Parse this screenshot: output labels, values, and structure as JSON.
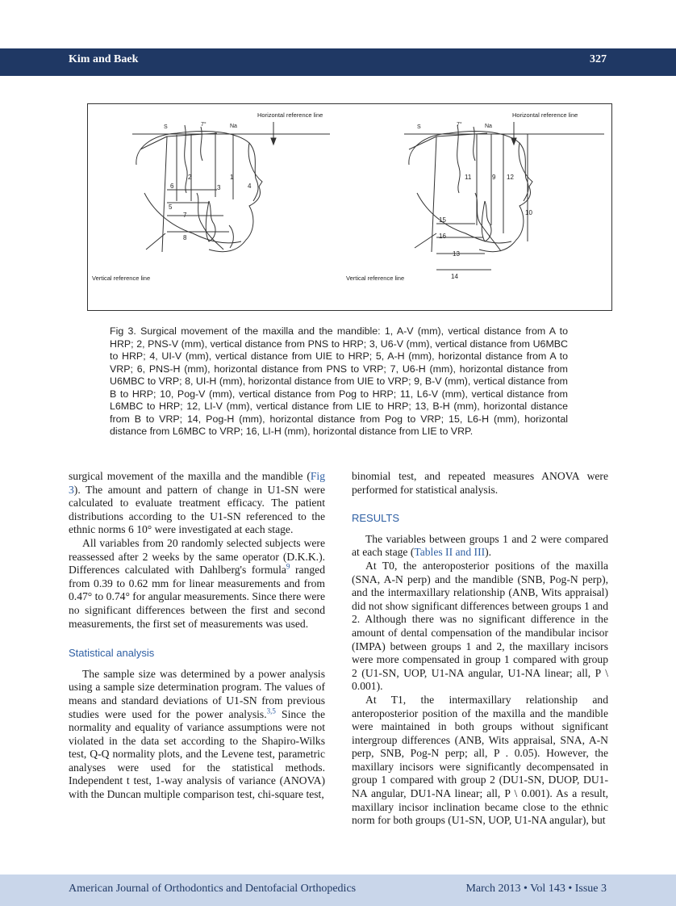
{
  "header": {
    "authors": "Kim and Baek",
    "page_number": "327"
  },
  "figure": {
    "left_labels": {
      "horizontal_reference": "Horizontal reference line",
      "vertical_reference": "Vertical reference line",
      "s": "S",
      "na": "Na",
      "angle": "7°",
      "n1": "1",
      "n2": "2",
      "n3": "3",
      "n4": "4",
      "n5": "5",
      "n6": "6",
      "n7": "7",
      "n8": "8"
    },
    "right_labels": {
      "horizontal_reference": "Horizontal reference line",
      "vertical_reference": "Vertical reference line",
      "s": "S",
      "na": "Na",
      "angle": "7°",
      "n9": "9",
      "n10": "10",
      "n11": "11",
      "n12": "12",
      "n13": "13",
      "n14": "14",
      "n15": "15",
      "n16": "16"
    },
    "caption": "Fig 3. Surgical movement of the maxilla and the mandible: 1, A-V (mm), vertical distance from A to HRP; 2, PNS-V (mm), vertical distance from PNS to HRP; 3, U6-V (mm), vertical distance from U6MBC to HRP; 4, UI-V (mm), vertical distance from UIE to HRP; 5, A-H (mm), horizontal distance from A to VRP; 6, PNS-H (mm), horizontal distance from PNS to VRP; 7, U6-H (mm), horizontal distance from U6MBC to VRP; 8, UI-H (mm), horizontal distance from UIE to VRP; 9, B-V (mm), vertical distance from B to HRP; 10, Pog-V (mm), vertical distance from Pog to HRP; 11, L6-V (mm), vertical distance from L6MBC to HRP; 12, LI-V (mm), vertical distance from LIE to HRP; 13, B-H (mm), horizontal distance from B to VRP; 14, Pog-H (mm), horizontal distance from Pog to VRP; 15, L6-H (mm), horizontal distance from L6MBC to VRP; 16, LI-H (mm), horizontal distance from LIE to VRP."
  },
  "left_column": {
    "p1_a": "surgical movement of the maxilla and the mandible (",
    "p1_link": "Fig 3",
    "p1_b": "). The amount and pattern of change in U1-SN were calculated to evaluate treatment efficacy. The patient distributions according to the U1-SN referenced to the ethnic norms 6 10° were investigated at each stage.",
    "p2_a": "All variables from 20 randomly selected subjects were reassessed after 2 weeks by the same operator (D.K.K.). Differences calculated with Dahlberg's formula",
    "p2_sup": "9",
    "p2_b": " ranged from 0.39 to 0.62 mm for linear measurements and from 0.47° to 0.74° for angular measurements. Since there were no significant differences between the first and second measurements, the first set of measurements was used.",
    "heading": "Statistical analysis",
    "p3_a": "The sample size was determined by a power analysis using a sample size determination program. The values of means and standard deviations of U1-SN from previous studies were used for the power analysis.",
    "p3_sup": "3,5",
    "p3_b": " Since the normality and equality of variance assumptions were not violated in the data set according to the Shapiro-Wilks test, Q-Q normality plots, and the Levene test, parametric analyses were used for the statistical methods. Independent t test, 1-way analysis of variance (ANOVA) with the Duncan multiple comparison test, chi-square test,"
  },
  "right_column": {
    "p1": "binomial test, and repeated measures ANOVA were performed for statistical analysis.",
    "heading": "RESULTS",
    "p2_a": "The variables between groups 1 and 2 were compared at each stage (",
    "p2_link": "Tables II and III",
    "p2_b": ").",
    "p3": "At T0, the anteroposterior positions of the maxilla (SNA, A-N perp) and the mandible (SNB, Pog-N perp), and the intermaxillary relationship (ANB, Wits appraisal) did not show significant differences between groups 1 and 2. Although there was no significant difference in the amount of dental compensation of the mandibular incisor (IMPA) between groups 1 and 2, the maxillary incisors were more compensated in group 1 compared with group 2 (U1-SN, UOP, U1-NA angular, U1-NA linear; all, P \\ 0.001).",
    "p4": "At T1, the intermaxillary relationship and anteroposterior position of the maxilla and the mandible were maintained in both groups without significant intergroup differences (ANB, Wits appraisal, SNA, A-N perp, SNB, Pog-N perp; all, P . 0.05). However, the maxillary incisors were significantly decompensated in group 1 compared with group 2 (DU1-SN, DUOP, DU1-NA angular, DU1-NA linear; all, P \\ 0.001). As a result, maxillary incisor inclination became close to the ethnic norm for both groups (U1-SN, UOP, U1-NA angular), but"
  },
  "footer": {
    "journal": "American Journal of Orthodontics and Dentofacial Orthopedics",
    "issue": "March 2013 • Vol 143 • Issue 3"
  },
  "colors": {
    "header_bar": "#1f3864",
    "footer_bar": "#c9d6ea",
    "accent": "#2e5fa3"
  }
}
